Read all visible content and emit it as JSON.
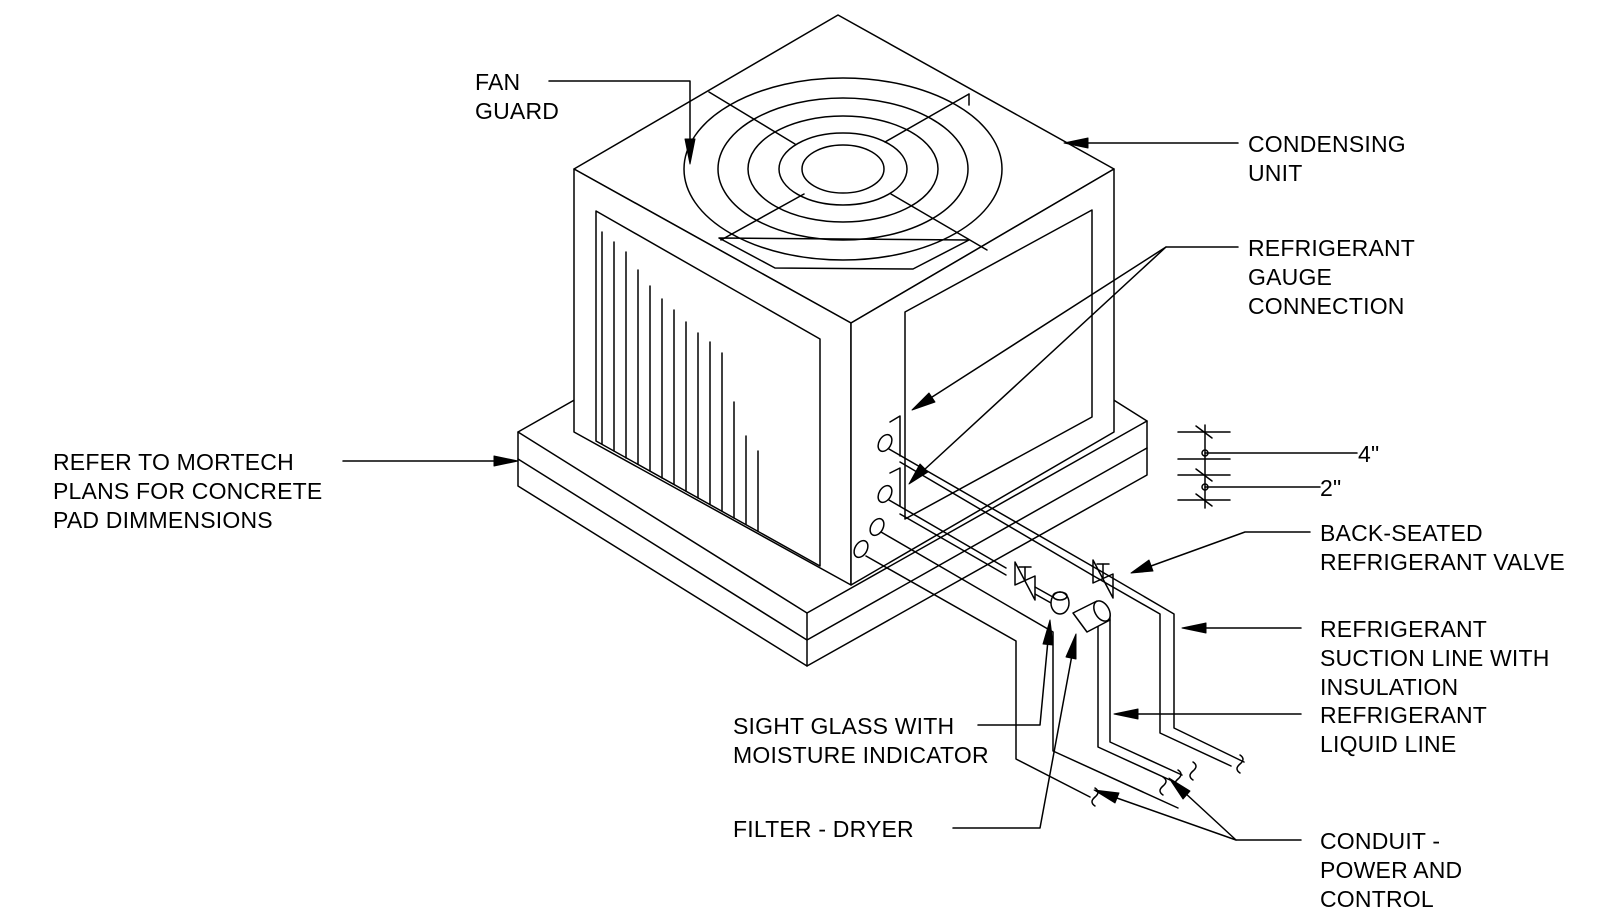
{
  "labels": {
    "fan_guard": [
      "FAN",
      "GUARD"
    ],
    "condensing_unit": [
      "CONDENSING",
      "UNIT"
    ],
    "gauge_connection": [
      "REFRIGERANT",
      "GAUGE",
      "CONNECTION"
    ],
    "concrete_pad": [
      "REFER TO MORTECH",
      "PLANS FOR CONCRETE",
      "PAD DIMMENSIONS"
    ],
    "dim_4": "4\"",
    "dim_2": "2\"",
    "valve": [
      "BACK-SEATED",
      "REFRIGERANT VALVE"
    ],
    "suction_line": [
      "REFRIGERANT",
      "SUCTION LINE WITH",
      "INSULATION"
    ],
    "liquid_line": [
      "REFRIGERANT",
      "LIQUID LINE"
    ],
    "sight_glass": [
      "SIGHT GLASS WITH",
      "MOISTURE INDICATOR"
    ],
    "filter_dryer": "FILTER - DRYER",
    "conduit": [
      "CONDUIT -",
      "POWER AND",
      "CONTROL"
    ]
  },
  "colors": {
    "line": "#000000",
    "background": "#ffffff"
  }
}
